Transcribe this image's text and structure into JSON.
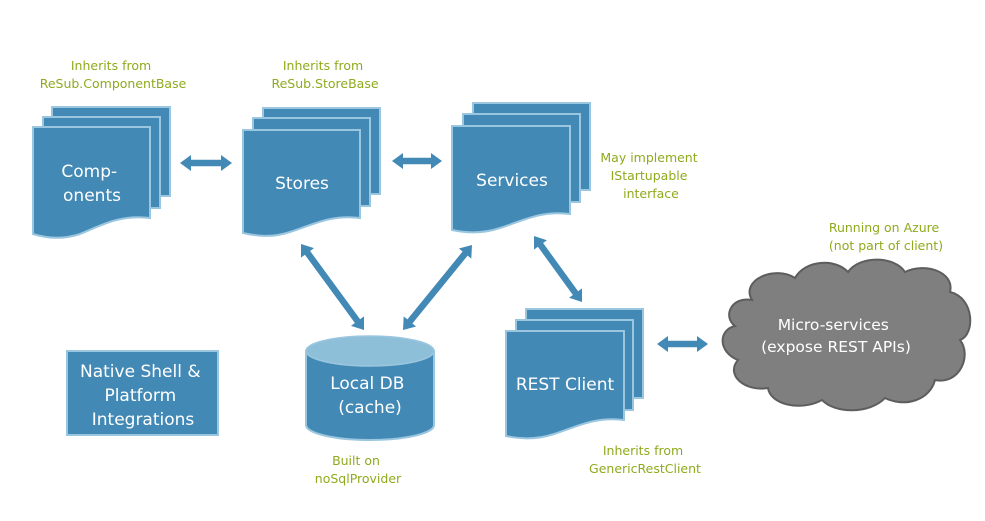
{
  "diagram": {
    "title": "Client architecture",
    "colors": {
      "node_fill": "#4389b5",
      "node_border": "#9ac6df",
      "db_top": "#8ebfd9",
      "cloud_fill": "#7f7f7f",
      "note_text": "#8faa1e",
      "node_text": "#ffffff"
    },
    "nodes": {
      "components": {
        "lines": [
          "Comp-",
          "onents"
        ]
      },
      "stores": {
        "lines": [
          "Stores"
        ]
      },
      "services": {
        "lines": [
          "Services"
        ]
      },
      "rest_client": {
        "lines": [
          "REST Client"
        ]
      },
      "local_db": {
        "lines": [
          "Local DB",
          "(cache)"
        ]
      },
      "native_shell": {
        "lines": [
          "Native Shell &",
          "Platform",
          "Integrations"
        ]
      },
      "micro_services": {
        "lines": [
          "Micro-services",
          "(expose REST APIs)"
        ]
      }
    },
    "notes": {
      "components": [
        "Inherits from",
        "ReSub.ComponentBase"
      ],
      "stores": [
        "Inherits from",
        "ReSub.StoreBase"
      ],
      "services": [
        "May implement",
        "IStartupable",
        "interface"
      ],
      "azure": [
        "Running on Azure",
        "(not part of client)"
      ],
      "local_db": [
        "Built on",
        "noSqlProvider"
      ],
      "rest_client": [
        "Inherits from",
        "GenericRestClient"
      ]
    },
    "edges": [
      {
        "from": "components",
        "to": "stores",
        "direction": "both"
      },
      {
        "from": "stores",
        "to": "services",
        "direction": "both"
      },
      {
        "from": "stores",
        "to": "local_db",
        "direction": "both"
      },
      {
        "from": "services",
        "to": "local_db",
        "direction": "both"
      },
      {
        "from": "services",
        "to": "rest_client",
        "direction": "both"
      },
      {
        "from": "rest_client",
        "to": "micro_services",
        "direction": "both"
      }
    ]
  }
}
